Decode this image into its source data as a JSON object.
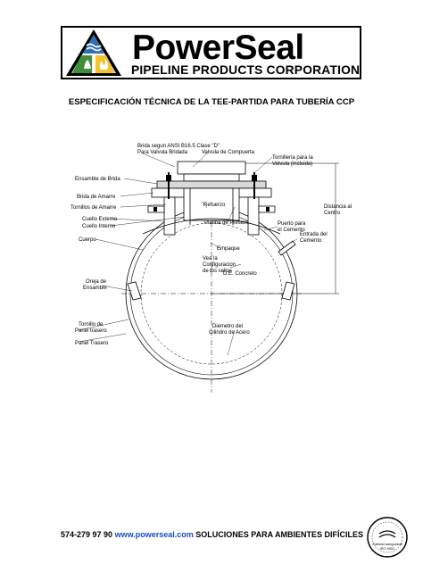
{
  "header": {
    "brand_name": "PowerSeal",
    "brand_subtitle": "PIPELINE PRODUCTS CORPORATION"
  },
  "document": {
    "title": "ESPECIFICACIÓN TÉCNICA DE LA TEE-PARTIDA PARA TUBERÍA CCP"
  },
  "diagram": {
    "labels": {
      "brida_ansi_1": "Brida segun ANSI B16.5 Clase \"D\"",
      "brida_ansi_2": "Para Valvula Bridada",
      "valvula_compuerta": "Valvula de Compuerta",
      "tornilleria_1": "Tornilleria para la",
      "tornilleria_2": "Valvula (incluida)",
      "ensamble_brida": "Ensamble de Brida",
      "brida_amarre": "Brida de Amarre",
      "tornillos_amarre": "Tornillos de Amarre",
      "refuerzo": "Refuerzo",
      "distancia_1": "Distancia al",
      "distancia_2": "Centro",
      "cuello_externo": "Cuello Externo",
      "cuello_interno": "Cuello Interno",
      "platina_presion": "Platina de Presion",
      "puerto_1": "Puerto para",
      "puerto_2": "el Cemento",
      "entrada_1": "Entrada del",
      "entrada_2": "Cemento",
      "empaque": "Empaque",
      "cuerpo": "Cuerpo",
      "vea_1": "Vea la",
      "vea_2": "Configuracion",
      "vea_3": "de los sellos",
      "oreja_1": "Oreja de",
      "oreja_2": "Ensamble",
      "de_concreto": "D.E. Concreto",
      "tornillo_panel_1": "Tornillo de",
      "tornillo_panel_2": "Panel trasero",
      "diametro_1": "Diemetro del",
      "diametro_2": "Cilindro de Acero",
      "panel_trasero": "Panel Trasero"
    }
  },
  "footer": {
    "phone": "574-279 97 90",
    "website": "www.powerseal.com",
    "slogan": "SOLUCIONES PARA AMBIENTES DIFÍCILES"
  },
  "seal": {
    "text_1": "Calidad asegurada",
    "text_2": "ISO 9001"
  },
  "colors": {
    "logo_blue": "#2f6fb4",
    "logo_green": "#3d8f3a",
    "logo_yellow": "#f2c230",
    "web_link": "#1a49c8"
  }
}
